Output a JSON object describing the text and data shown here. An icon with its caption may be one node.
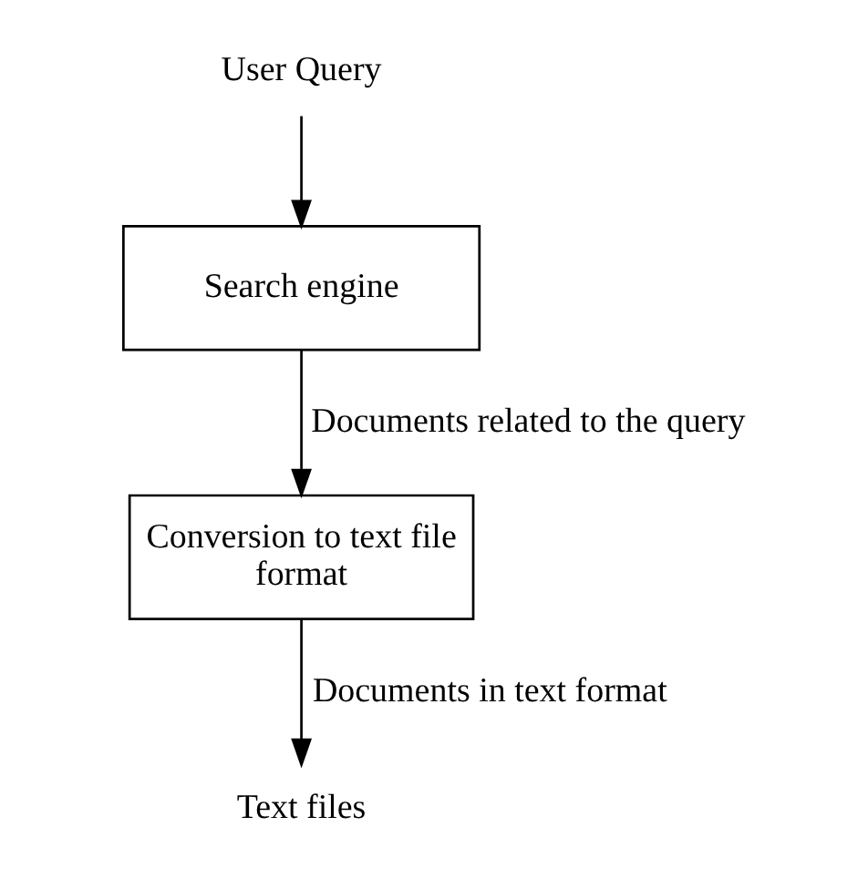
{
  "diagram": {
    "nodes": [
      {
        "text": [
          "User Query"
        ]
      },
      {
        "text": [
          "Search engine"
        ]
      },
      {
        "text": [
          "Conversion to text file format"
        ]
      },
      {
        "text": [
          "Text files"
        ]
      }
    ],
    "edges": [
      {
        "from": 0,
        "to": 1,
        "arrow": "to"
      },
      {
        "from": 1,
        "to": 2,
        "arrow": "to",
        "label": "Documents related to the query"
      },
      {
        "from": 2,
        "to": 3,
        "arrow": "to",
        "label": "Documents in text format"
      }
    ]
  }
}
